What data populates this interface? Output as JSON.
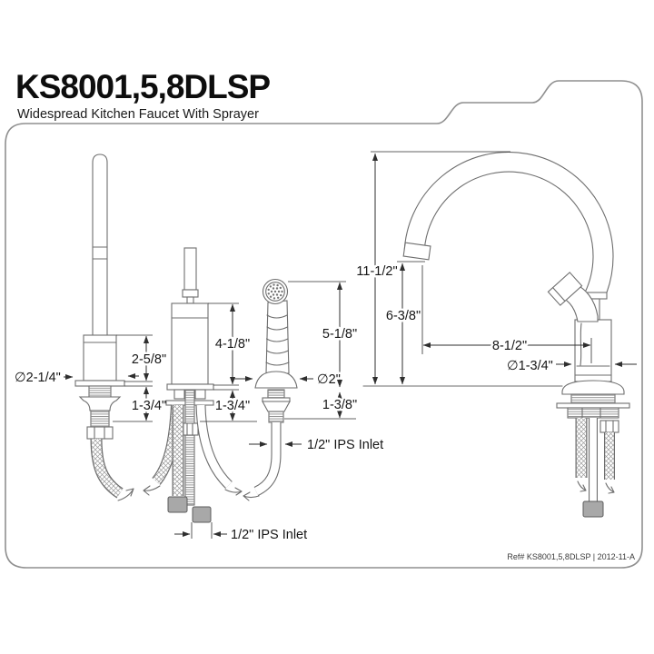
{
  "header": {
    "title": "KS8001,5,8DLSP",
    "subtitle": "Widespread Kitchen Faucet With Sprayer"
  },
  "footer": {
    "ref": "Ref# KS8001,5,8DLSP | 2012-11-A"
  },
  "dims": {
    "handle_diameter": "∅2-1/4\"",
    "handle_height": "2-5/8\"",
    "handle_deck_max": "1-3/4\"",
    "valve_height": "4-1/8\"",
    "valve_deck_max": "1-3/4\"",
    "valve_inlet": "1/2\" IPS Inlet",
    "sprayer_height": "5-1/8\"",
    "sprayer_flange_diameter": "∅2\"",
    "sprayer_deck_max": "1-3/8\"",
    "sprayer_inlet": "1/2\" IPS Inlet",
    "spout_height": "11-1/2\"",
    "spout_clearance": "6-3/8\"",
    "spout_reach": "8-1/2\"",
    "body_diameter": "∅1-3/4\""
  },
  "colors": {
    "drawing_line": "#6e6e6e",
    "dimension_line": "#2f2f2f",
    "sheet_border": "#8f8f8f",
    "supply_nut_fill": "#a8a8a8"
  }
}
